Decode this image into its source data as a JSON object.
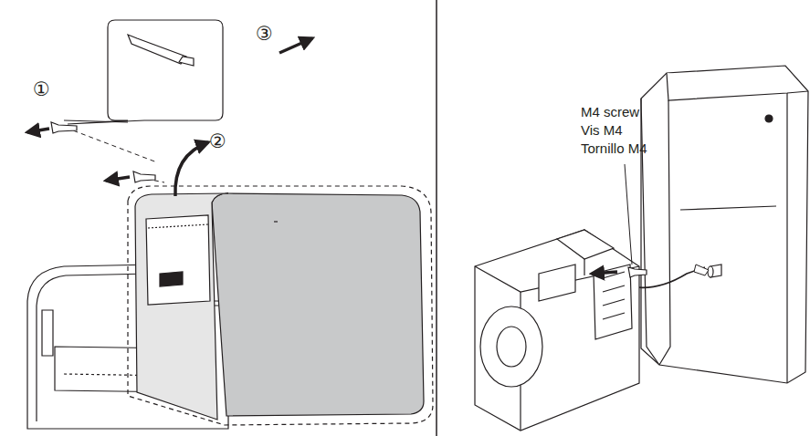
{
  "diagram": {
    "labels": [
      "①",
      "②",
      "③",
      "M4 screw",
      "Vis M4",
      "Tornillo M4"
    ]
  }
}
